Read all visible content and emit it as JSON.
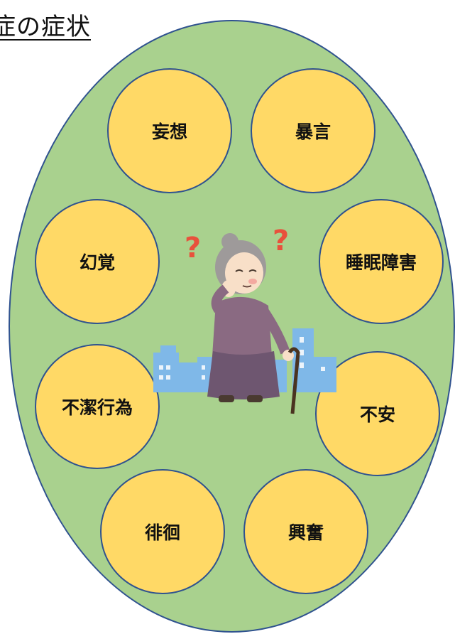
{
  "title": "症の症状",
  "symptoms": [
    {
      "label": "妄想"
    },
    {
      "label": "暴言"
    },
    {
      "label": "幻覚"
    },
    {
      "label": "睡眠障害"
    },
    {
      "label": "不潔行為"
    },
    {
      "label": "不安"
    },
    {
      "label": "徘徊"
    },
    {
      "label": "興奮"
    }
  ],
  "illustration": {
    "icon": "confused-elderly-woman-with-cane-icon",
    "question_marks": [
      "?",
      "?"
    ]
  },
  "colors": {
    "oval_fill": "#a9d18e",
    "bubble_fill": "#ffd966",
    "outline": "#2f528f",
    "question_mark": "#e8513c",
    "buildings": "#7fb8e8"
  }
}
